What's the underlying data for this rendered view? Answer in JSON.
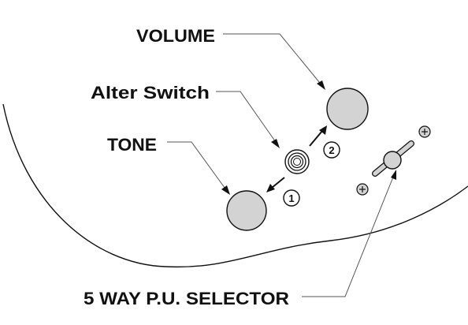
{
  "labels": {
    "volume": "VOLUME",
    "alter_switch": "Alter Switch",
    "tone": "TONE",
    "selector": "5 WAY P.U. SELECTOR"
  },
  "positions": {
    "pos1": "1",
    "pos2": "2"
  },
  "colors": {
    "knob_fill": "#d3d3d3",
    "ink": "#111111",
    "leader": "#555555"
  }
}
